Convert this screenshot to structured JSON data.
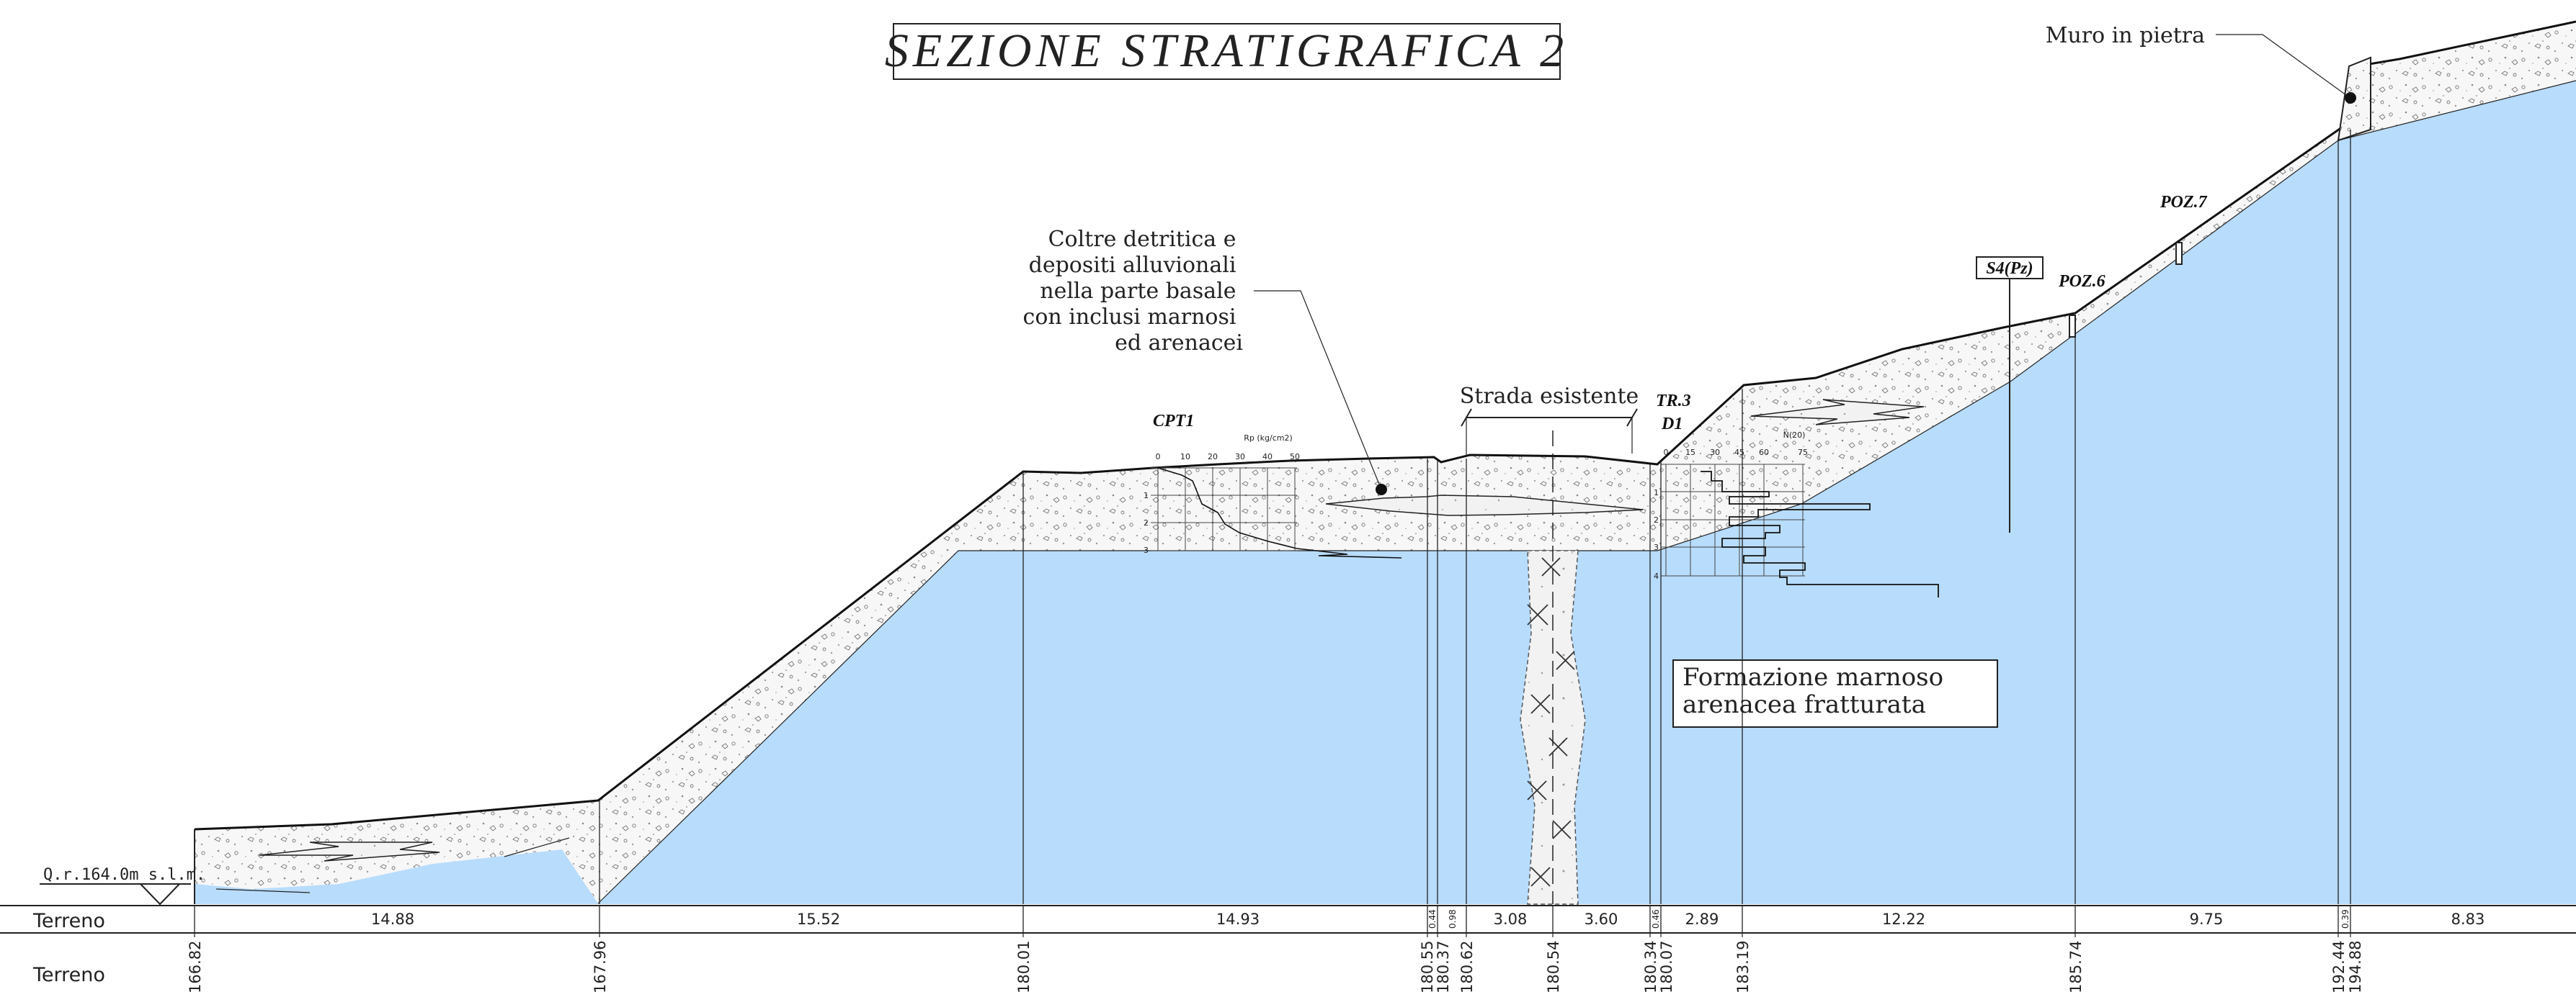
{
  "title": "SEZIONE STRATIGRAFICA 2",
  "reference_level": "Q.r.164.0m s.l.m.",
  "row_labels": {
    "distances": "Terreno",
    "elevations": "Terreno"
  },
  "annotations": {
    "stone_wall": "Muro in pietra",
    "existing_road": "Strada esistente",
    "cover_lines": [
      "Coltre detritica e",
      "depositi alluvionali",
      "nella parte basale",
      "con inclusi marnosi",
      "ed arenacei"
    ],
    "formation_lines": [
      "Formazione marnoso",
      "arenacea fratturata"
    ]
  },
  "investigations": {
    "cpt1": "CPT1",
    "tr3": "TR.3",
    "d1": "D1",
    "s4": "S4(Pz)",
    "poz6": "POZ.6",
    "poz7": "POZ.7"
  },
  "cpt_chart": {
    "axis_title": "Rp (kg/cm2)",
    "x_ticks": [
      "0",
      "10",
      "20",
      "30",
      "40",
      "50"
    ],
    "depth_ticks": [
      "1",
      "2",
      "3"
    ]
  },
  "d1_chart": {
    "axis_title": "N(20)",
    "x_ticks": [
      "0",
      "15",
      "30",
      "45",
      "60",
      "75"
    ],
    "depth_ticks": [
      "1",
      "2",
      "3",
      "4"
    ]
  },
  "distances": [
    "14.88",
    "15.52",
    "14.93",
    "0.44",
    "0.98",
    "3.08",
    "3.60",
    "0.46",
    "2.89",
    "12.22",
    "9.75",
    "0.39",
    "8.83"
  ],
  "elevations": [
    "166.82",
    "167.96",
    "180.01",
    "180.55",
    "180.37",
    "180.62",
    "180.54",
    "180.34",
    "180.07",
    "183.19",
    "185.74",
    "192.44",
    "194.88"
  ],
  "colors": {
    "bedrock_fill": "#b8dcfc",
    "line": "#222222",
    "background": "#ffffff"
  }
}
